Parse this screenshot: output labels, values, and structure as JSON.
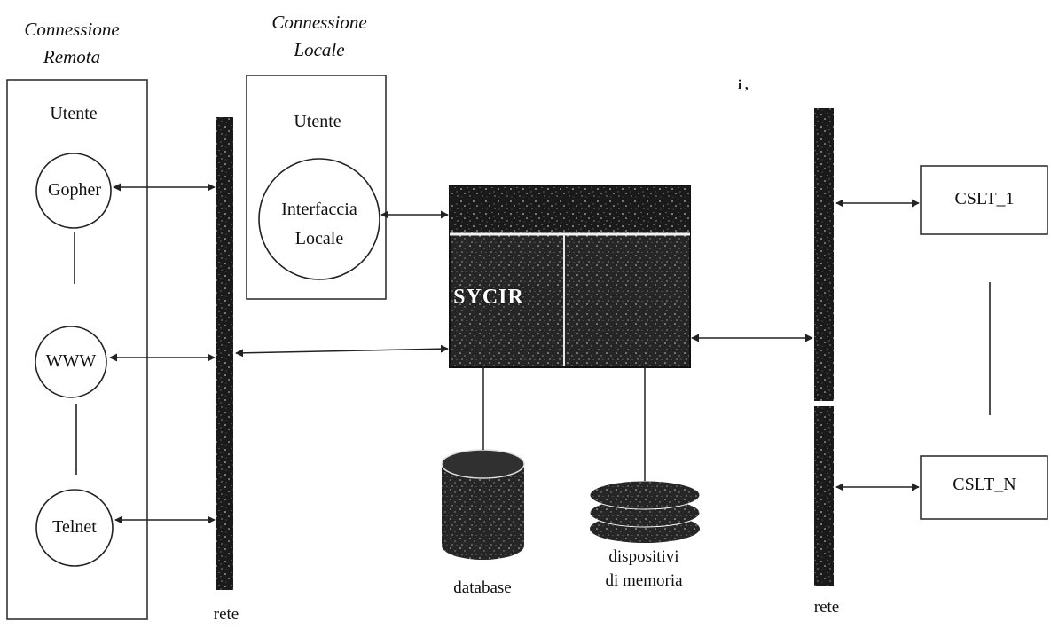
{
  "remote": {
    "heading_line1": "Connessione",
    "heading_line2": "Remota",
    "user": "Utente",
    "gopher": "Gopher",
    "www": "WWW",
    "telnet": "Telnet"
  },
  "local": {
    "heading_line1": "Connessione",
    "heading_line2": "Locale",
    "user": "Utente",
    "interface_line1": "Interfaccia",
    "interface_line2": "Locale"
  },
  "network_left": "rete",
  "network_right": "rete",
  "server": {
    "label": "SYCIR"
  },
  "storage": {
    "database": "database",
    "devices_line1": "dispositivi",
    "devices_line2": "di memoria"
  },
  "nodes": {
    "first": "CSLT_1",
    "last": "CSLT_N"
  },
  "stray_mark": "i ,"
}
